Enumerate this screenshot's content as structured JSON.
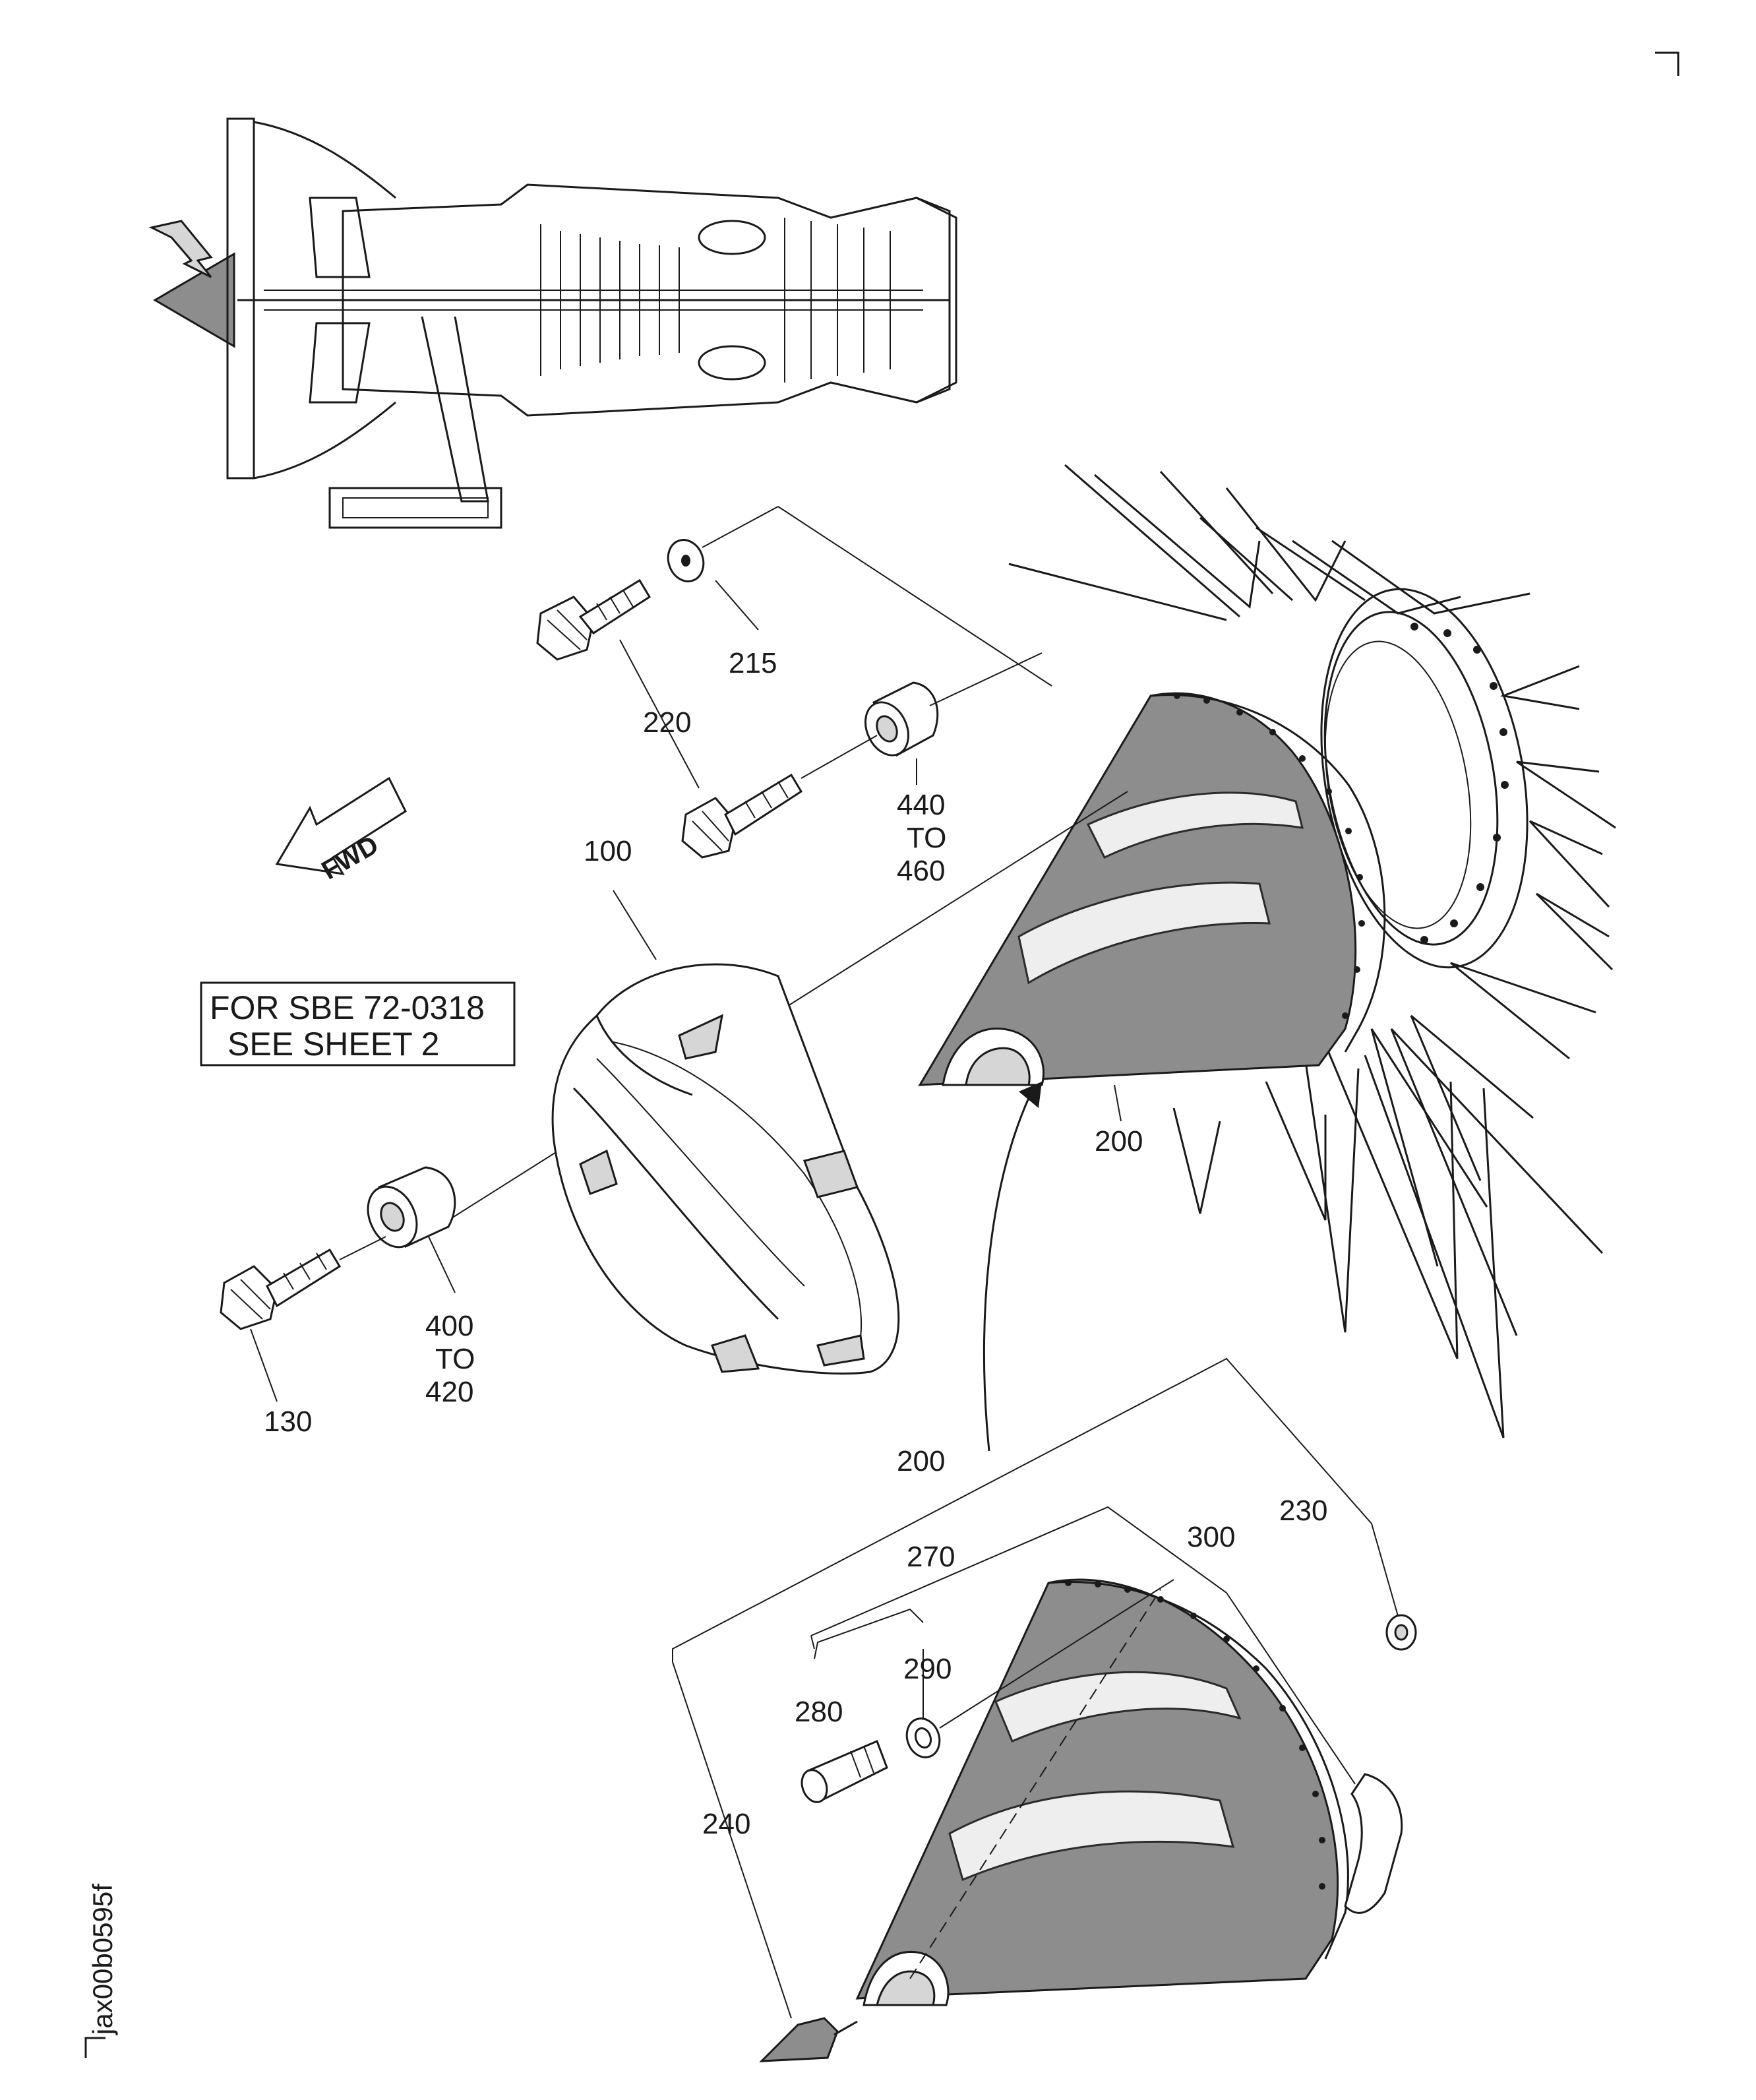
{
  "labels": {
    "p100": "100",
    "p130": "130",
    "p200_top": "200",
    "p200_bottom": "200",
    "p215": "215",
    "p220": "220",
    "p230": "230",
    "p240": "240",
    "p270": "270",
    "p280": "280",
    "p290": "290",
    "p300": "300",
    "p400": "400",
    "p400_to": "TO",
    "p420": "420",
    "p440": "440",
    "p440_to": "TO",
    "p460": "460"
  },
  "note": {
    "line1": "FOR SBE 72-0318",
    "line2": "SEE SHEET 2"
  },
  "fwd_label": "FWD",
  "figure_id": "jax00b0595f",
  "colors": {
    "line": "#1a1a1a",
    "shading": "#8d8d8d",
    "background": "#ffffff"
  }
}
